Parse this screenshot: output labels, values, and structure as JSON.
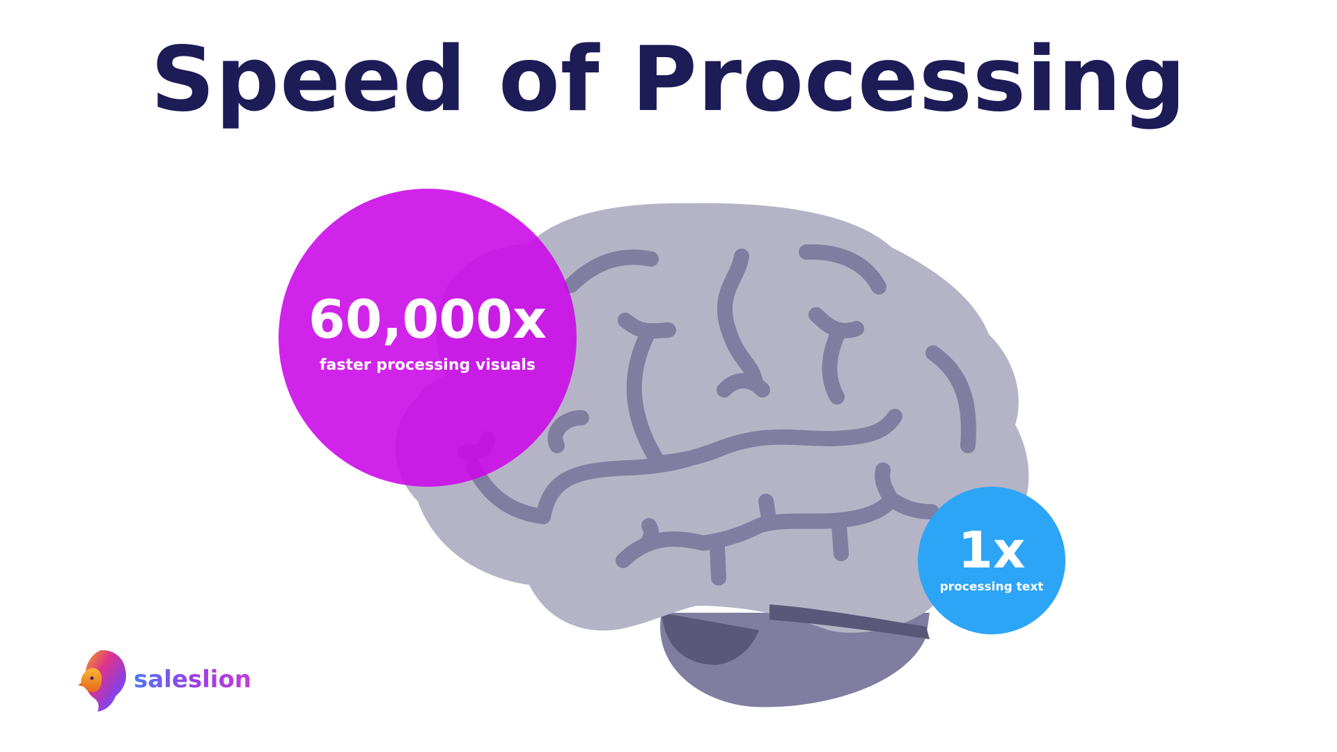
{
  "title": "Speed of Processing",
  "visuals_stat": {
    "value": "60,000x",
    "caption": "faster processing visuals",
    "color": "#cb0ce8"
  },
  "text_stat": {
    "value": "1x",
    "caption": "processing text",
    "color": "#2da5f7"
  },
  "brand": {
    "name": "saleslion",
    "icon": "lion-head-icon"
  },
  "illustration": {
    "icon": "brain-icon",
    "fill": "#b5b4c6",
    "fold_color": "#7f7ea0",
    "cerebellum_color": "#7f7ea0",
    "shadow_color": "#5a5878"
  },
  "colors": {
    "title": "#1d1c57",
    "background": "#ffffff"
  }
}
